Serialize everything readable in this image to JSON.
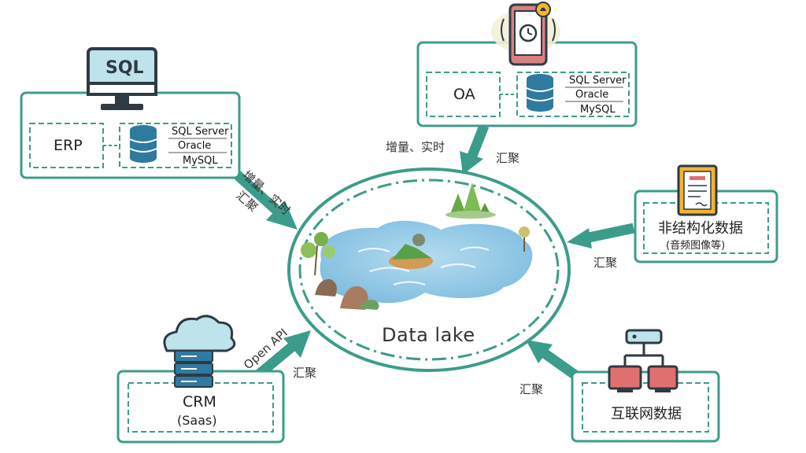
{
  "colors": {
    "teal": "#3c9c8c",
    "teal_light": "#5fb3a3",
    "water": "#8fc6e3",
    "icon_dark": "#2e3a44",
    "icon_fill": "#bfe3ea"
  },
  "icons": {
    "erp": "monitor-sql-icon",
    "oa": "phone-alarm-icon",
    "crm": "cloud-server-icon",
    "unstructured": "document-icon",
    "internet": "network-icon",
    "database": "database-icon"
  },
  "nodes": {
    "erp": {
      "name": "ERP",
      "icon_text": "SQL",
      "db": [
        "SQL Server",
        "Oracle",
        "MySQL"
      ]
    },
    "oa": {
      "name": "OA",
      "db": [
        "SQL Server",
        "Oracle",
        "MySQL"
      ]
    },
    "crm": {
      "name": "CRM",
      "sub": "(Saas)"
    },
    "unstructured": {
      "name": "非结构化数据",
      "sub": "(音频图像等)"
    },
    "internet": {
      "name": "互联网数据"
    }
  },
  "center": {
    "label": "Data lake"
  },
  "edges": {
    "erp": {
      "tag": "增量、实时",
      "flow": "汇聚"
    },
    "oa": {
      "tag": "增量、实时",
      "flow": "汇聚"
    },
    "crm": {
      "tag": "Open API",
      "flow": "汇聚"
    },
    "unstructured": {
      "flow": "汇聚"
    },
    "internet": {
      "flow": "汇聚"
    }
  }
}
